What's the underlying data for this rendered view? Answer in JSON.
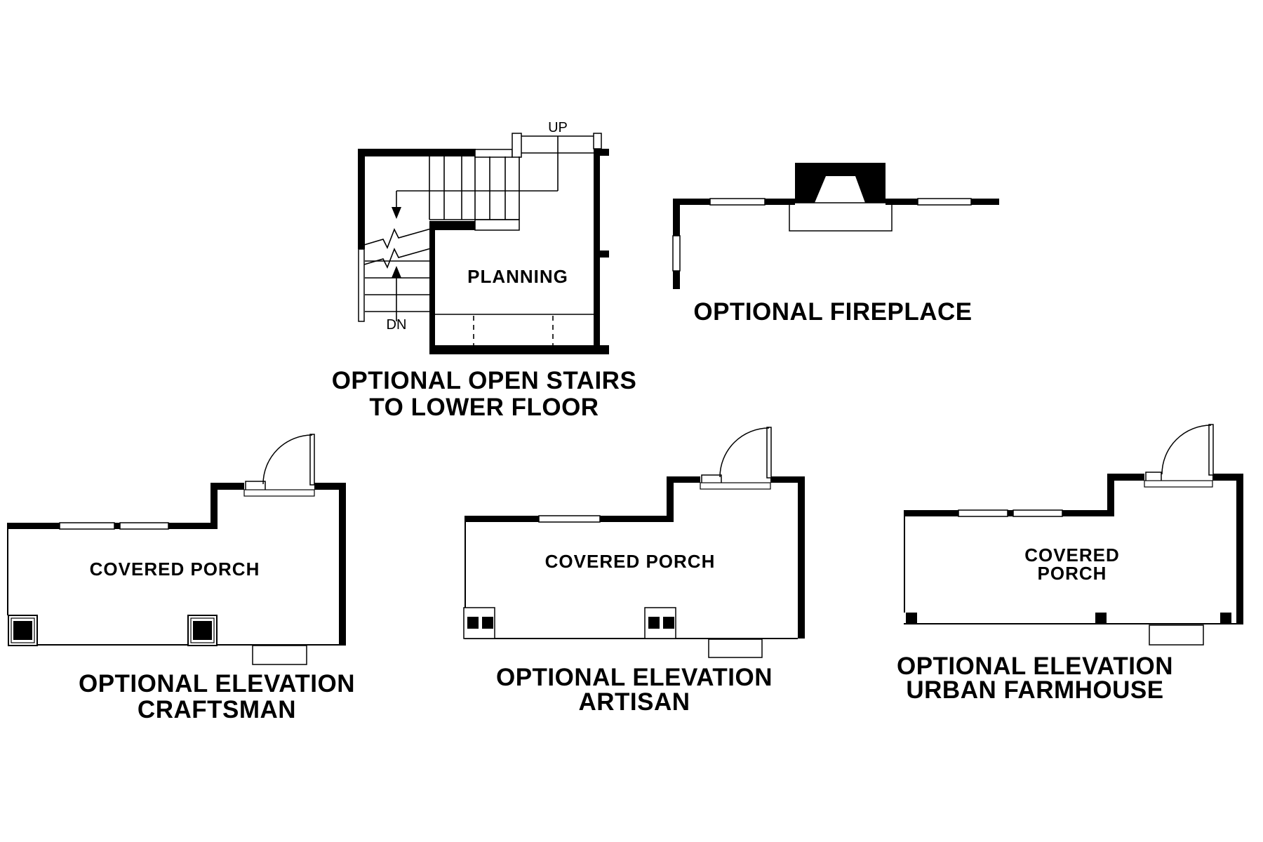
{
  "canvas": {
    "background": "#ffffff",
    "ink": "#000000"
  },
  "figures": {
    "stairs": {
      "up": "UP",
      "dn": "DN",
      "room": "PLANNING",
      "caption1": "OPTIONAL OPEN STAIRS",
      "caption2": "TO LOWER FLOOR"
    },
    "fireplace": {
      "caption": "OPTIONAL FIREPLACE"
    },
    "craftsman": {
      "room": "COVERED PORCH",
      "caption1": "OPTIONAL ELEVATION",
      "caption2": "CRAFTSMAN"
    },
    "artisan": {
      "room": "COVERED PORCH",
      "caption1": "OPTIONAL ELEVATION",
      "caption2": "ARTISAN"
    },
    "urban": {
      "room1": "COVERED",
      "room2": "PORCH",
      "caption1": "OPTIONAL ELEVATION",
      "caption2": "URBAN FARMHOUSE"
    }
  }
}
